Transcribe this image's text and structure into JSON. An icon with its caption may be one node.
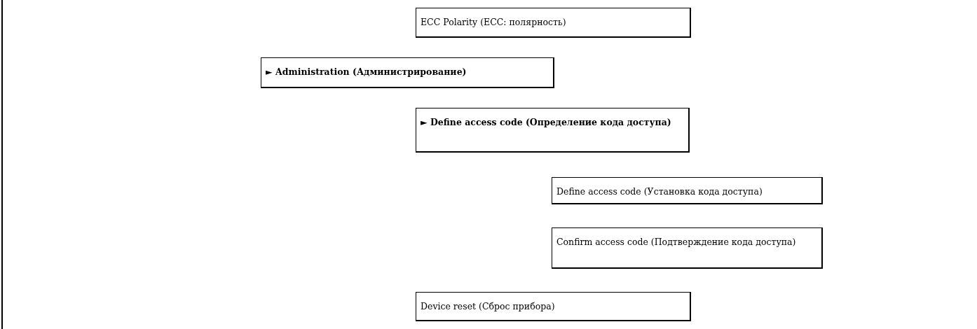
{
  "diagram": {
    "nodes": [
      {
        "text": [
          "ECC Polarity (ECC: полярность)"
        ]
      },
      {
        "text": [
          "► Administration (Администрирование)"
        ]
      },
      {
        "text": [
          "► Define access code (Определение кода доступа)"
        ]
      },
      {
        "text": [
          "Define access code (Установка кода доступа)"
        ]
      },
      {
        "text": [
          "Confirm access code (Подтверждение кода доступа)"
        ]
      },
      {
        "text": [
          "Device reset (Сброс прибора)"
        ]
      }
    ],
    "edges": []
  }
}
